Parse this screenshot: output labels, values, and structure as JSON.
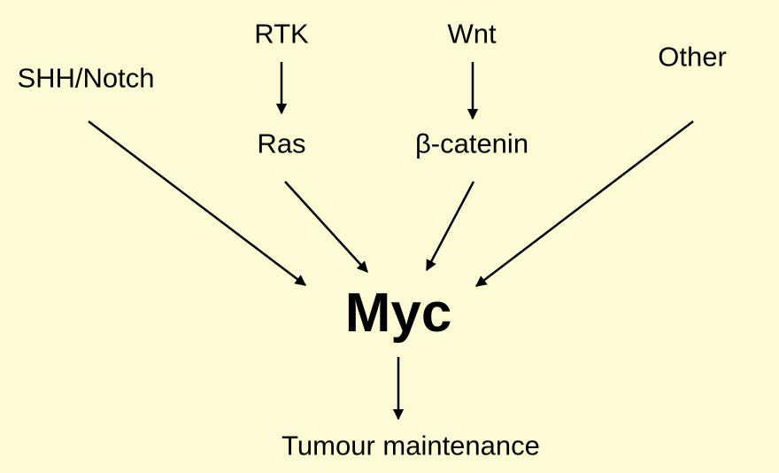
{
  "diagram": {
    "nodes": {
      "shh_notch": "SHH/Notch",
      "rtk": "RTK",
      "wnt": "Wnt",
      "other": "Other",
      "ras": "Ras",
      "beta_catenin": "β-catenin",
      "myc": "Myc",
      "tumour_maintenance": "Tumour maintenance"
    },
    "edges": [
      {
        "from": "rtk",
        "to": "ras"
      },
      {
        "from": "wnt",
        "to": "beta_catenin"
      },
      {
        "from": "shh_notch",
        "to": "myc"
      },
      {
        "from": "ras",
        "to": "myc"
      },
      {
        "from": "beta_catenin",
        "to": "myc"
      },
      {
        "from": "other",
        "to": "myc"
      },
      {
        "from": "myc",
        "to": "tumour_maintenance"
      }
    ]
  },
  "colors": {
    "background": "#fdfbd4",
    "text": "#000000",
    "arrow": "#000000"
  }
}
